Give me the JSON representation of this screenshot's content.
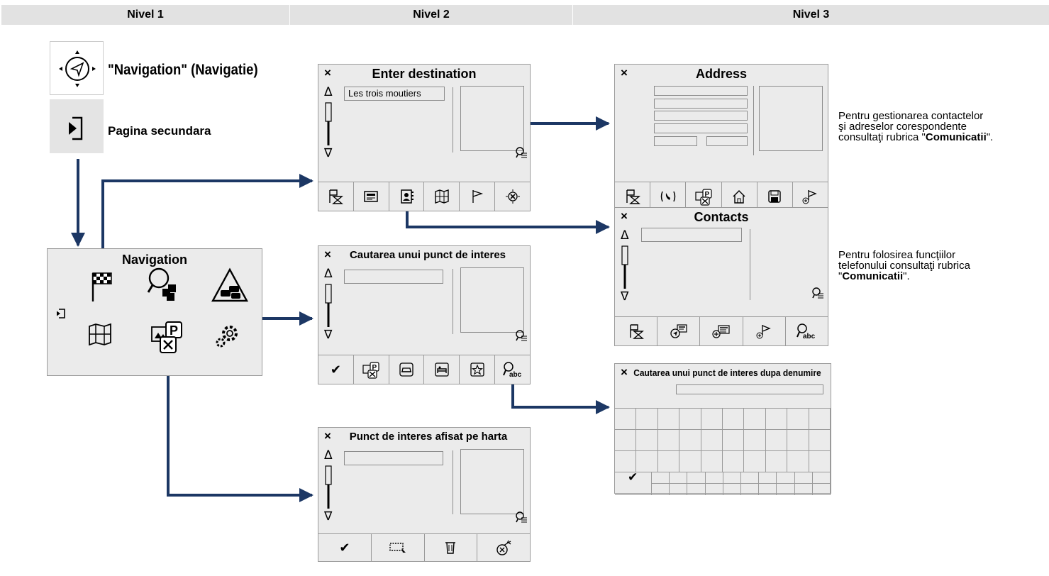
{
  "levels": [
    "Nivel 1",
    "Nivel 2",
    "Nivel 3"
  ],
  "level1": {
    "navigation_label": "\"Navigation\" (Navigatie)",
    "secondary_label": "Pagina secundara",
    "menu_title": "Navigation"
  },
  "screens": {
    "enter_destination": {
      "title": "Enter destination",
      "field_value": "Les trois moutiers"
    },
    "poi_search": {
      "title": "Cautarea unui punct de interes"
    },
    "poi_map": {
      "title": "Punct de interes afisat pe harta"
    },
    "address": {
      "title": "Address"
    },
    "contacts": {
      "title": "Contacts"
    },
    "poi_by_name": {
      "title": "Cautarea unui punct de interes dupa denumire"
    }
  },
  "notes": {
    "address_note_1": "Pentru gestionarea contactelor",
    "address_note_2": "şi adreselor corespondente",
    "address_note_3a": "consultaţi rubrica \"",
    "address_note_3b": "Comunicatii",
    "address_note_3c": "\".",
    "contacts_note_1": "Pentru folosirea funcţiilor",
    "contacts_note_2": "telefonului consultaţi rubrica",
    "contacts_note_3a": "\"",
    "contacts_note_3b": "Comunicatii",
    "contacts_note_3c": "\"."
  },
  "icons": {
    "close": "×",
    "check": "✔",
    "scroll_up": "Δ",
    "scroll_down": "∇",
    "abc": "abc",
    "parking": "P"
  },
  "colors": {
    "arrow": "#1c3764",
    "header_bg": "#e2e2e2",
    "screen_bg": "#ebebeb"
  }
}
